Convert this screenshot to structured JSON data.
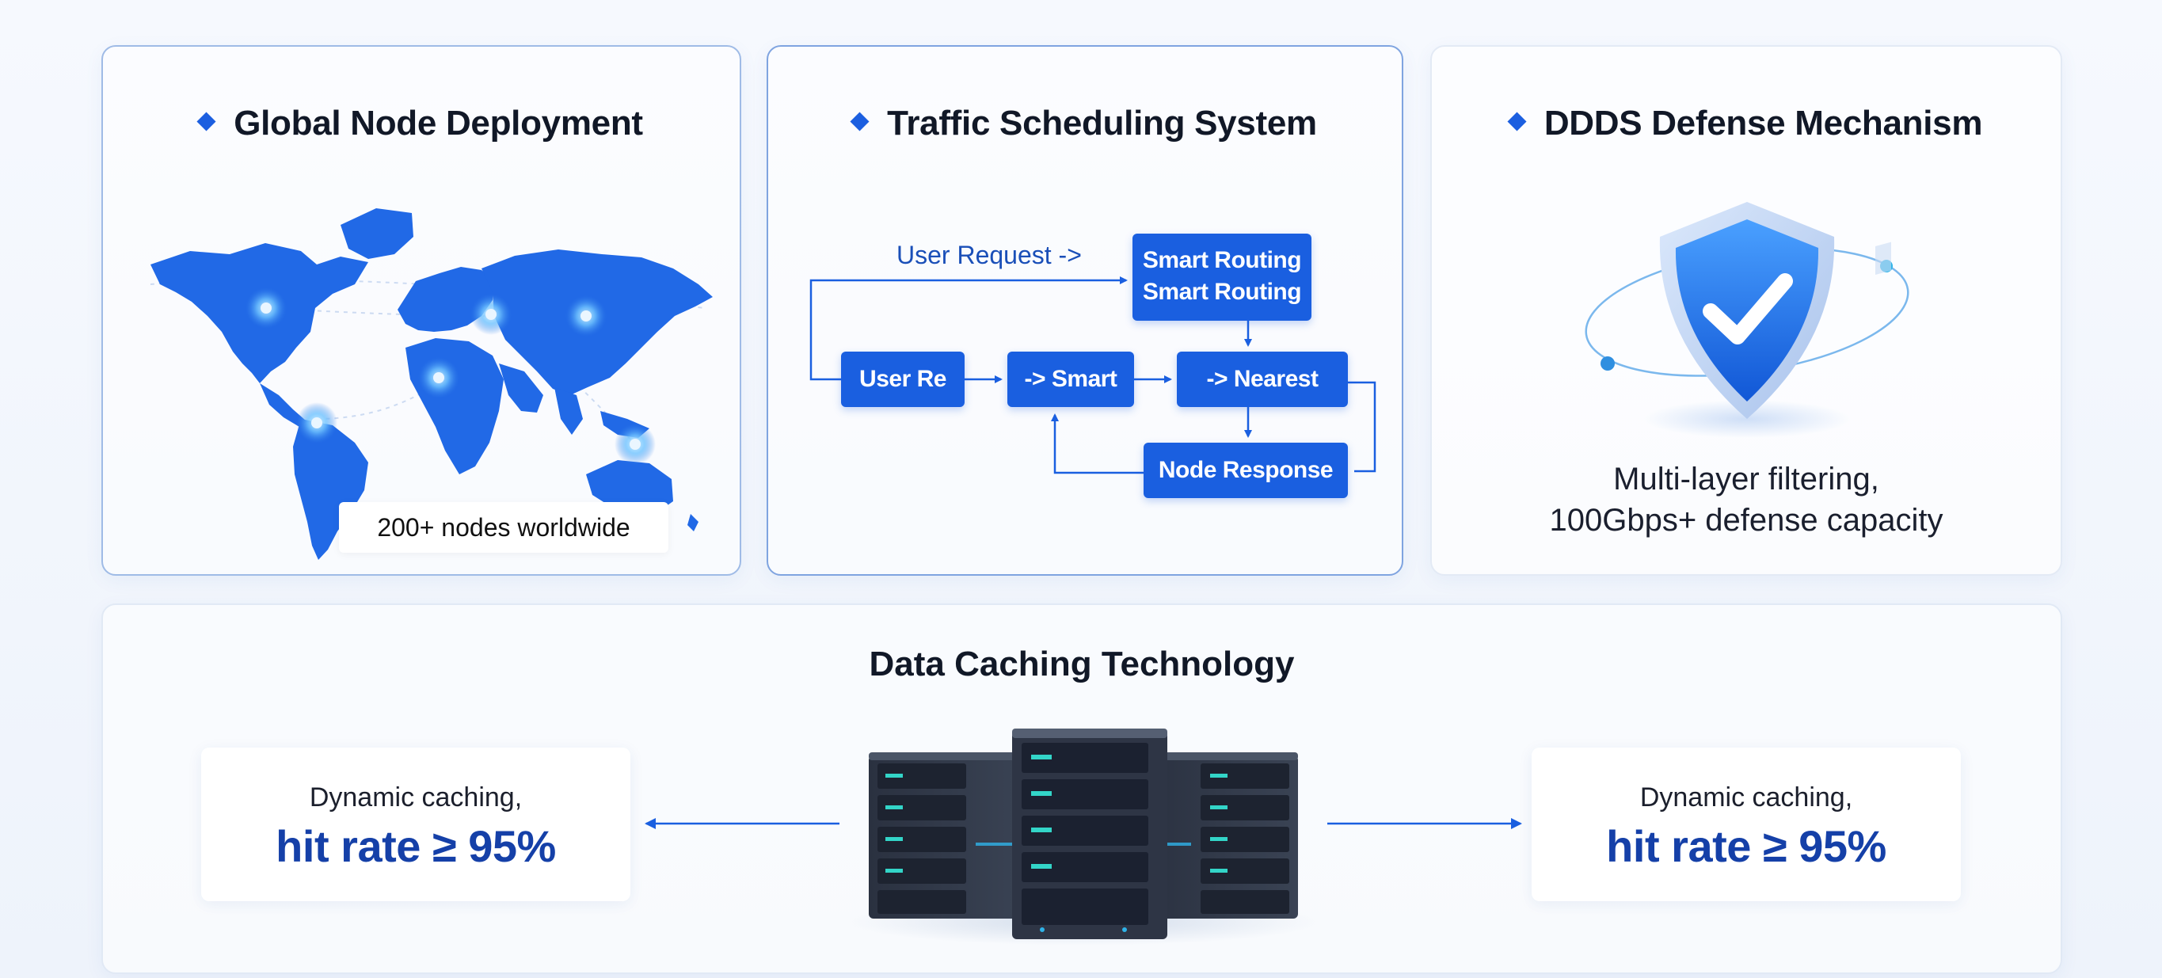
{
  "panels": {
    "global": {
      "title": "Global Node Deployment",
      "nodes_label": "200+ nodes worldwide"
    },
    "traffic": {
      "title": "Traffic Scheduling System",
      "request_label": "User Request ->",
      "smart_routing_line1": "Smart Routing",
      "smart_routing_line2": "Smart Routing",
      "user_re": "User Re",
      "smart": "-> Smart",
      "nearest": "-> Nearest",
      "node_response": "Node Response"
    },
    "ddos": {
      "title": "DDDS Defense Mechanism",
      "line1": "Multi-layer filtering,",
      "line2": "100Gbps+ defense capacity"
    },
    "cache": {
      "title": "Data Caching Technology",
      "left_card": {
        "line1": "Dynamic caching,",
        "line2": "hit rate ≥ 95%"
      },
      "right_card": {
        "line1": "Dynamic caching,",
        "line2": "hit rate ≥ 95%"
      }
    }
  },
  "colors": {
    "accent": "#1a5fe0",
    "title_text": "#111827",
    "hit_rate_text": "#1540a8",
    "map_blue": "#2169e6"
  },
  "icons": [
    "diamond-bullet-icon",
    "world-map-icon",
    "location-marker-icon",
    "shield-check-icon",
    "server-rack-icon",
    "arrow-left-icon",
    "arrow-right-icon"
  ]
}
